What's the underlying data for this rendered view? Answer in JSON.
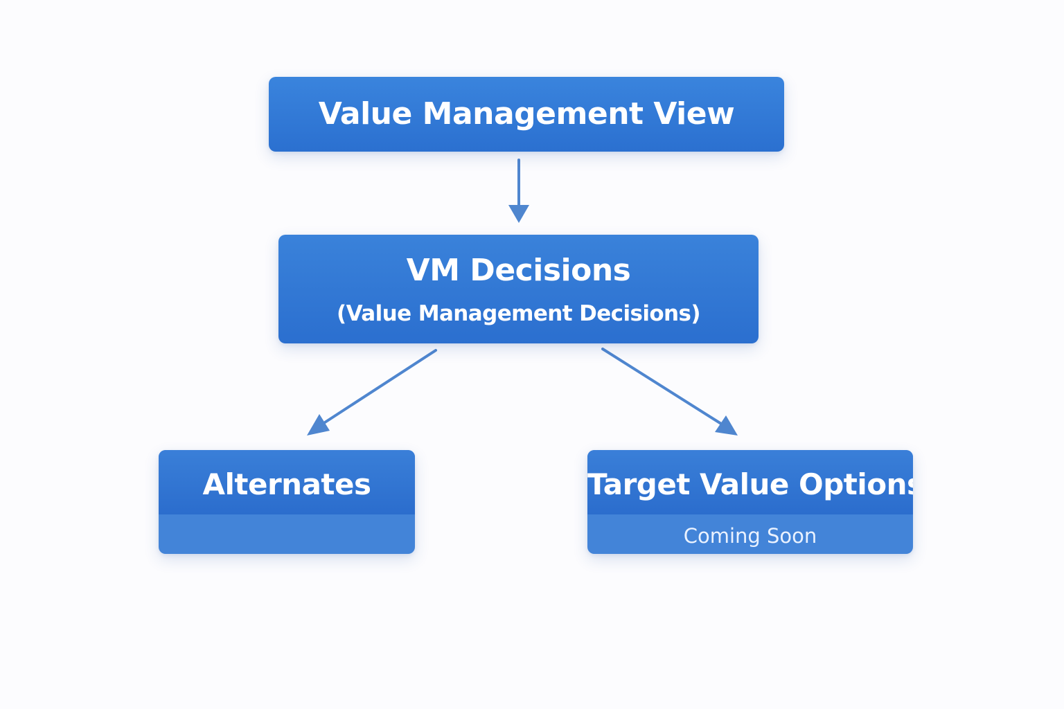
{
  "diagram": {
    "nodes": {
      "top": {
        "title": "Value Management View"
      },
      "middle": {
        "title": "VM Decisions",
        "subtitle": "(Value Management Decisions)"
      },
      "left": {
        "title": "Alternates",
        "note": ""
      },
      "right": {
        "title": "Target Value Options",
        "note": "Coming Soon"
      }
    },
    "edges": [
      {
        "from": "top",
        "to": "middle"
      },
      {
        "from": "middle",
        "to": "left"
      },
      {
        "from": "middle",
        "to": "right"
      }
    ],
    "colors": {
      "node_fill": "#2f74d3",
      "node_band": "#4384d8",
      "arrow": "#4f86cf",
      "background": "#fcfcfe",
      "text": "#ffffff"
    }
  }
}
